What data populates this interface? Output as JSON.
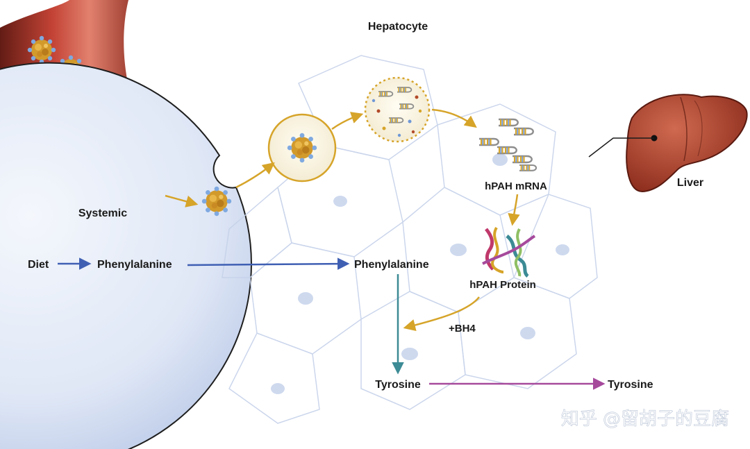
{
  "labels": {
    "hepatocyte": "Hepatocyte",
    "systemic": "Systemic",
    "liver": "Liver",
    "hpah_mrna": "hPAH mRNA",
    "hpah_protein": "hPAH Protein",
    "diet": "Diet",
    "phenylalanine_outside": "Phenylalanine",
    "phenylalanine_inside": "Phenylalanine",
    "bh4": "+BH4",
    "tyrosine_inside": "Tyrosine",
    "tyrosine_outside": "Tyrosine"
  },
  "watermark": "知乎 @留胡子的豆腐",
  "colors": {
    "gold_arrow": "#d6a429",
    "blue_arrow": "#3f5fb3",
    "teal_arrow": "#3c8b95",
    "magenta_arrow": "#a64a9c",
    "cell_fill": "#dfe7f6",
    "vessel": "#a8281c",
    "liver": "#b34a36"
  }
}
